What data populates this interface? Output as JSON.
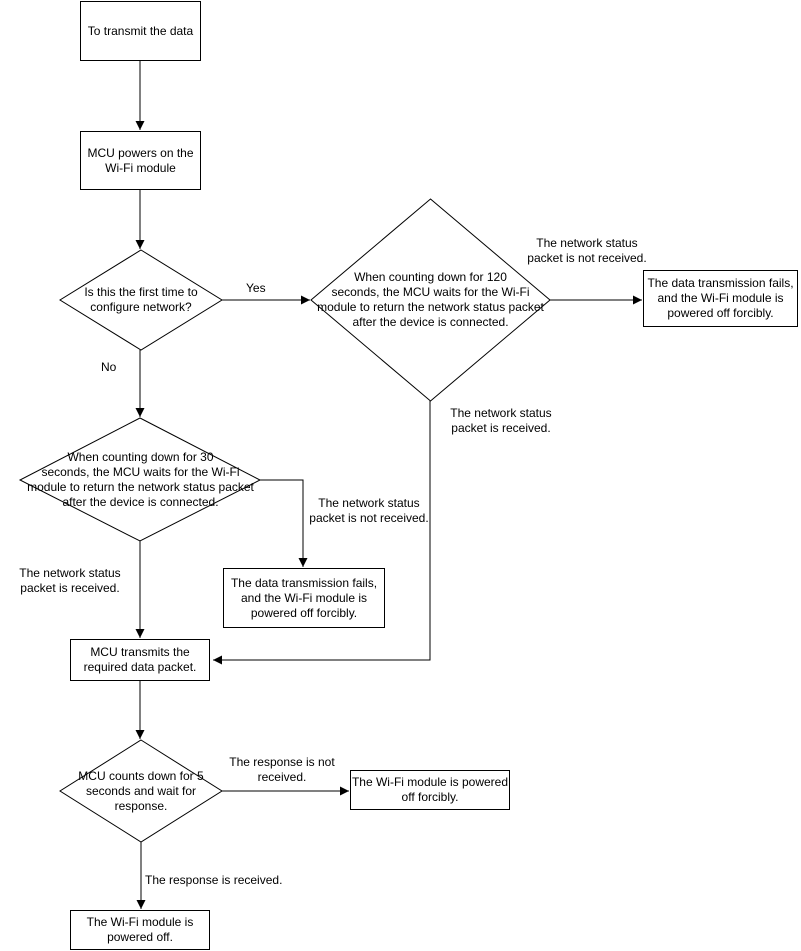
{
  "flowchart": {
    "colors": {
      "stroke": "#000000",
      "fill": "#ffffff",
      "text": "#000000"
    },
    "nodes": {
      "start": {
        "label": "To transmit the data",
        "shape": "rect"
      },
      "power_on": {
        "label": "MCU powers on the\nWi-Fi module",
        "shape": "rect"
      },
      "first_time": {
        "label": "Is this the first time to\nconfigure network?",
        "shape": "diamond"
      },
      "wait_120": {
        "label": "When counting down for 120\nseconds, the MCU waits for the Wi-Fi\nmodule to return the network status packet\nafter the device is connected.",
        "shape": "diamond"
      },
      "fail_right": {
        "label": "The data transmission fails,\nand the Wi-Fi module is\npowered off forcibly.",
        "shape": "rect"
      },
      "wait_30": {
        "label": "When counting down for 30\nseconds, the MCU waits for the Wi-Fi\nmodule to return the network status packet\nafter the device is connected.",
        "shape": "diamond"
      },
      "fail_mid": {
        "label": "The data transmission fails,\nand the Wi-Fi module is\npowered off forcibly.",
        "shape": "rect"
      },
      "transmit": {
        "label": "MCU transmits the\nrequired data packet.",
        "shape": "rect"
      },
      "wait_5": {
        "label": "MCU counts down for 5\nseconds and wait for\nresponse.",
        "shape": "diamond"
      },
      "off_forcibly": {
        "label": "The Wi-Fi module is powered\noff forcibly.",
        "shape": "rect"
      },
      "off": {
        "label": "The Wi-Fi module is\npowered off.",
        "shape": "rect"
      }
    },
    "edge_labels": {
      "yes": "Yes",
      "no": "No",
      "status_not_received_top": "The network status\npacket is not received.",
      "status_received_right": "The network status\npacket is received.",
      "status_not_received_mid": "The network status\npacket is not received.",
      "status_received_left": "The network status\npacket is received.",
      "response_not_received": "The response is not\nreceived.",
      "response_received": "The response is received."
    }
  }
}
